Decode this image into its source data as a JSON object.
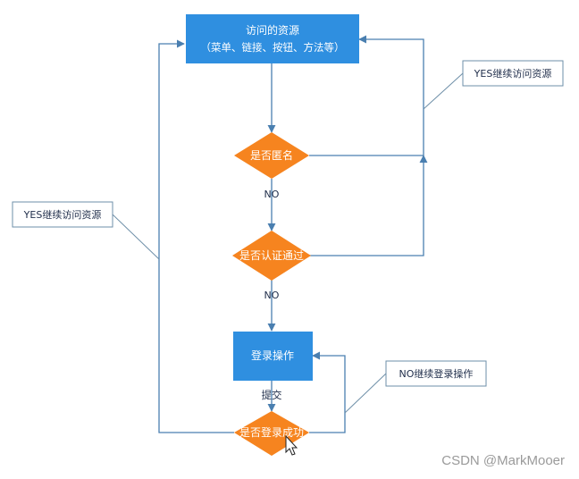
{
  "colors": {
    "process": "#2f8fe0",
    "decision": "#f6841f",
    "line": "#4a7fb0",
    "callout_border": "#6e8fa8",
    "text_dark": "#1f2d4a",
    "text_light": "#ffffff"
  },
  "nodes": {
    "resource": {
      "line1": "访问的资源",
      "line2": "（菜单、链接、按钮、方法等）"
    },
    "anonymous": {
      "label": "是否匿名"
    },
    "auth": {
      "label": "是否认证通过"
    },
    "login": {
      "label": "登录操作"
    },
    "success": {
      "label": "是否登录成功"
    }
  },
  "edge_labels": {
    "no1": "NO",
    "no2": "NO",
    "submit": "提交"
  },
  "callouts": {
    "yes_right": "YES继续访问资源",
    "yes_left": "YES继续访问资源",
    "no_right": "NO继续登录操作"
  },
  "watermark": "CSDN @MarkMooer"
}
